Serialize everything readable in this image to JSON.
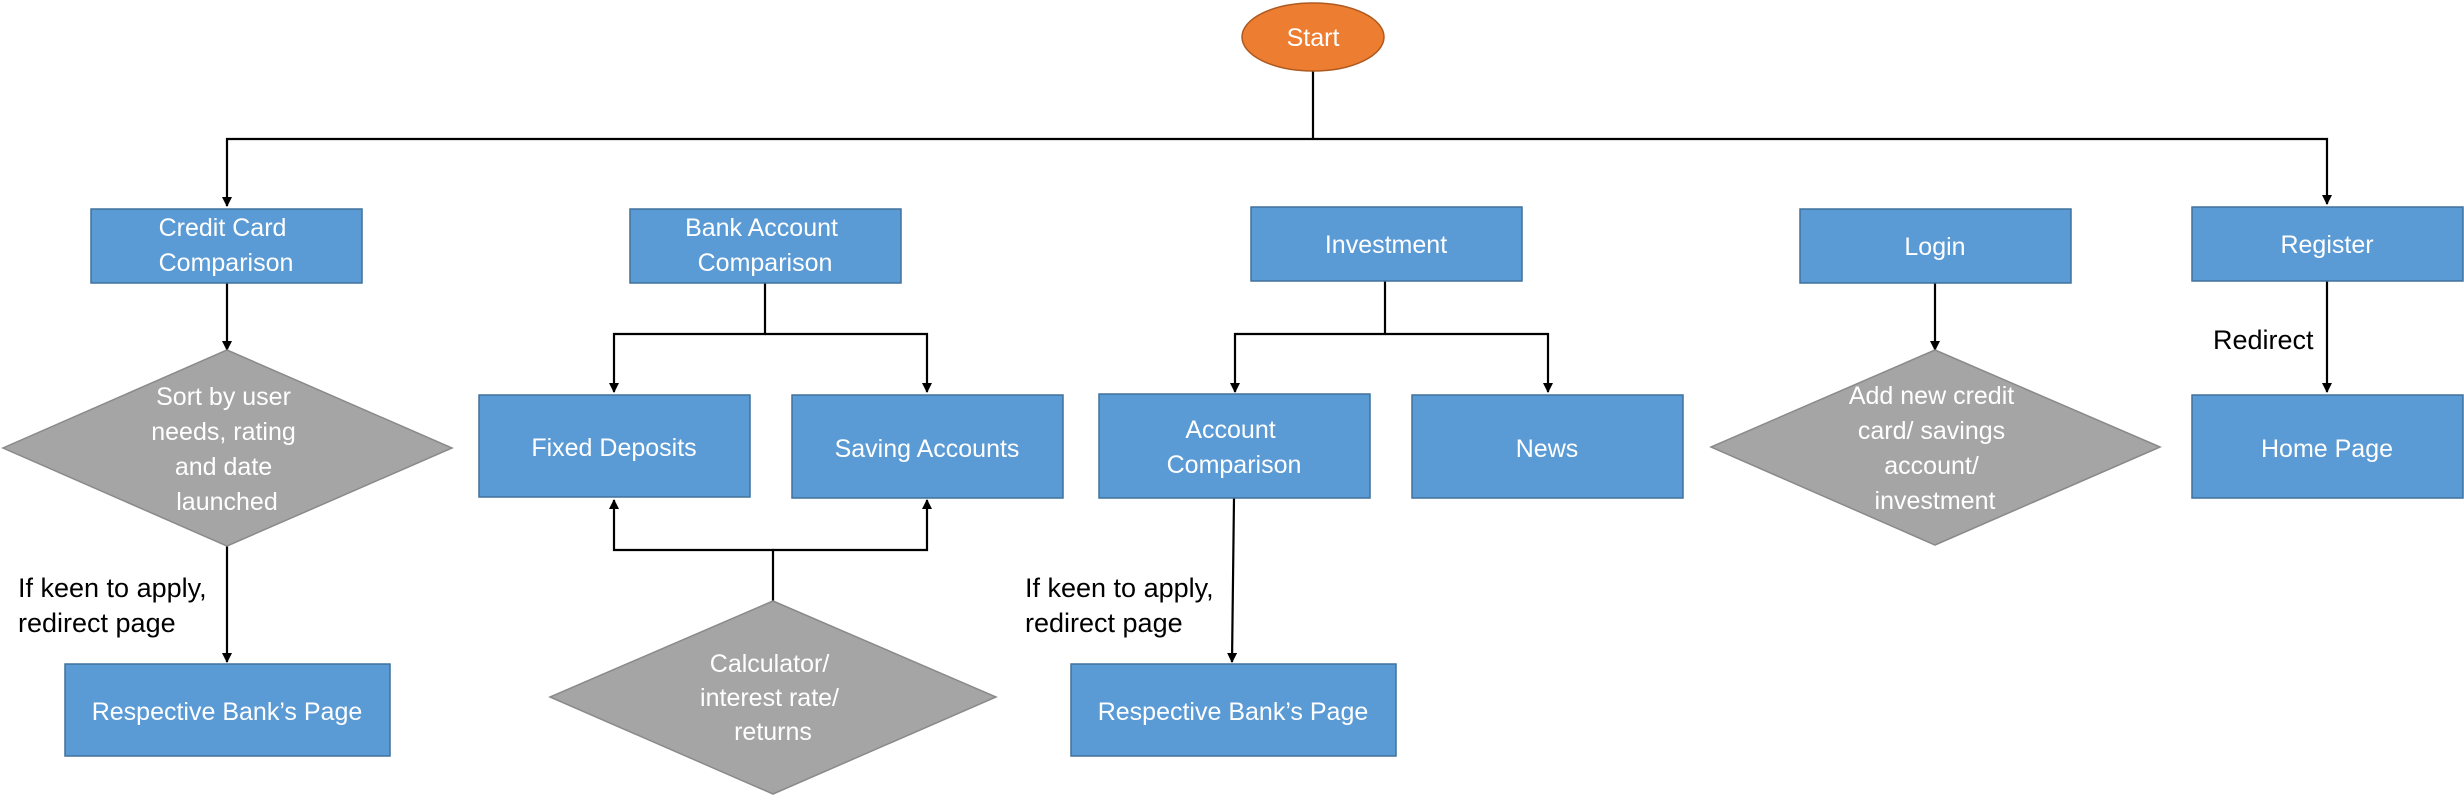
{
  "nodes": {
    "start": "Start",
    "credit_card_comparison": [
      "Credit Card",
      "Comparison"
    ],
    "bank_account_comparison": [
      "Bank Account",
      "Comparison"
    ],
    "investment": "Investment",
    "login": "Login",
    "register": "Register",
    "sort_by": [
      "Sort by user",
      "needs, rating",
      "and date",
      "launched"
    ],
    "fixed_deposits": "Fixed Deposits",
    "saving_accounts": "Saving Accounts",
    "account_comparison": [
      "Account",
      "Comparison"
    ],
    "news": "News",
    "add_new": [
      "Add new credit",
      "card/ savings",
      "account/",
      "investment"
    ],
    "home_page": "Home Page",
    "respective_bank_1": "Respective Bank’s Page",
    "calculator": [
      "Calculator/",
      "interest rate/",
      "returns"
    ],
    "respective_bank_2": "Respective Bank’s Page"
  },
  "edge_labels": {
    "if_keen_1": [
      "If keen to apply,",
      "redirect page"
    ],
    "if_keen_2": [
      "If keen to apply,",
      "redirect page"
    ],
    "redirect": "Redirect"
  },
  "colors": {
    "process": "#5b9bd5",
    "decision": "#a5a5a5",
    "start": "#ed7d31"
  }
}
